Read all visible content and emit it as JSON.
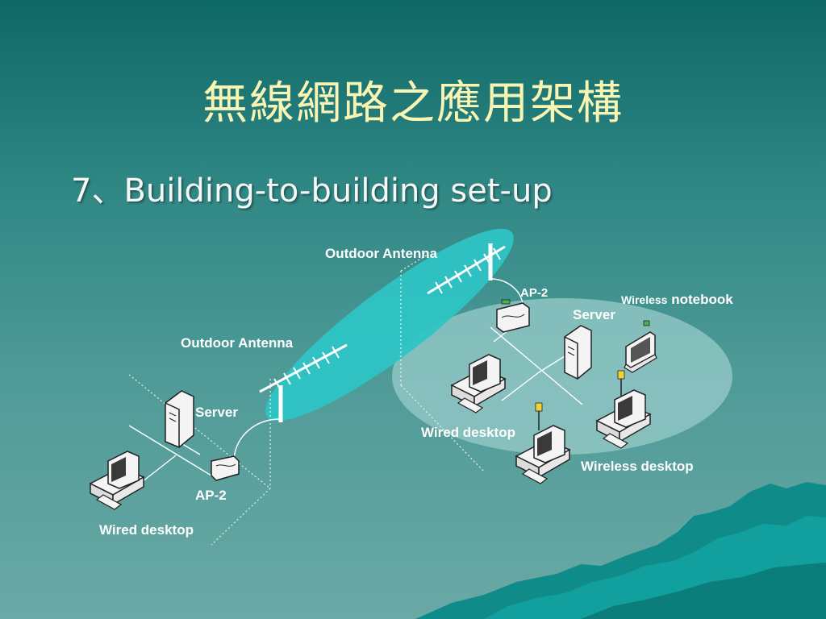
{
  "slide": {
    "title": "無線網路之應用架構",
    "bullet": "7、Building-to-building set-up"
  },
  "labels": {
    "outdoor_antenna_right": "Outdoor Antenna",
    "outdoor_antenna_left": "Outdoor Antenna",
    "ap2_right": "AP-2",
    "ap2_left": "AP-2",
    "server_right": "Server",
    "server_left": "Server",
    "wireless_notebook_prefix": "Wireless",
    "wireless_notebook_suffix": "notebook",
    "wired_desktop_right": "Wired desktop",
    "wired_desktop_left": "Wired desktop",
    "wireless_desktop": "Wireless desktop"
  },
  "colors": {
    "title": "#f7f4b4",
    "beam": "#2ec4c4",
    "cell": "#8fc6c3",
    "mountains": "#0f8c8a"
  }
}
